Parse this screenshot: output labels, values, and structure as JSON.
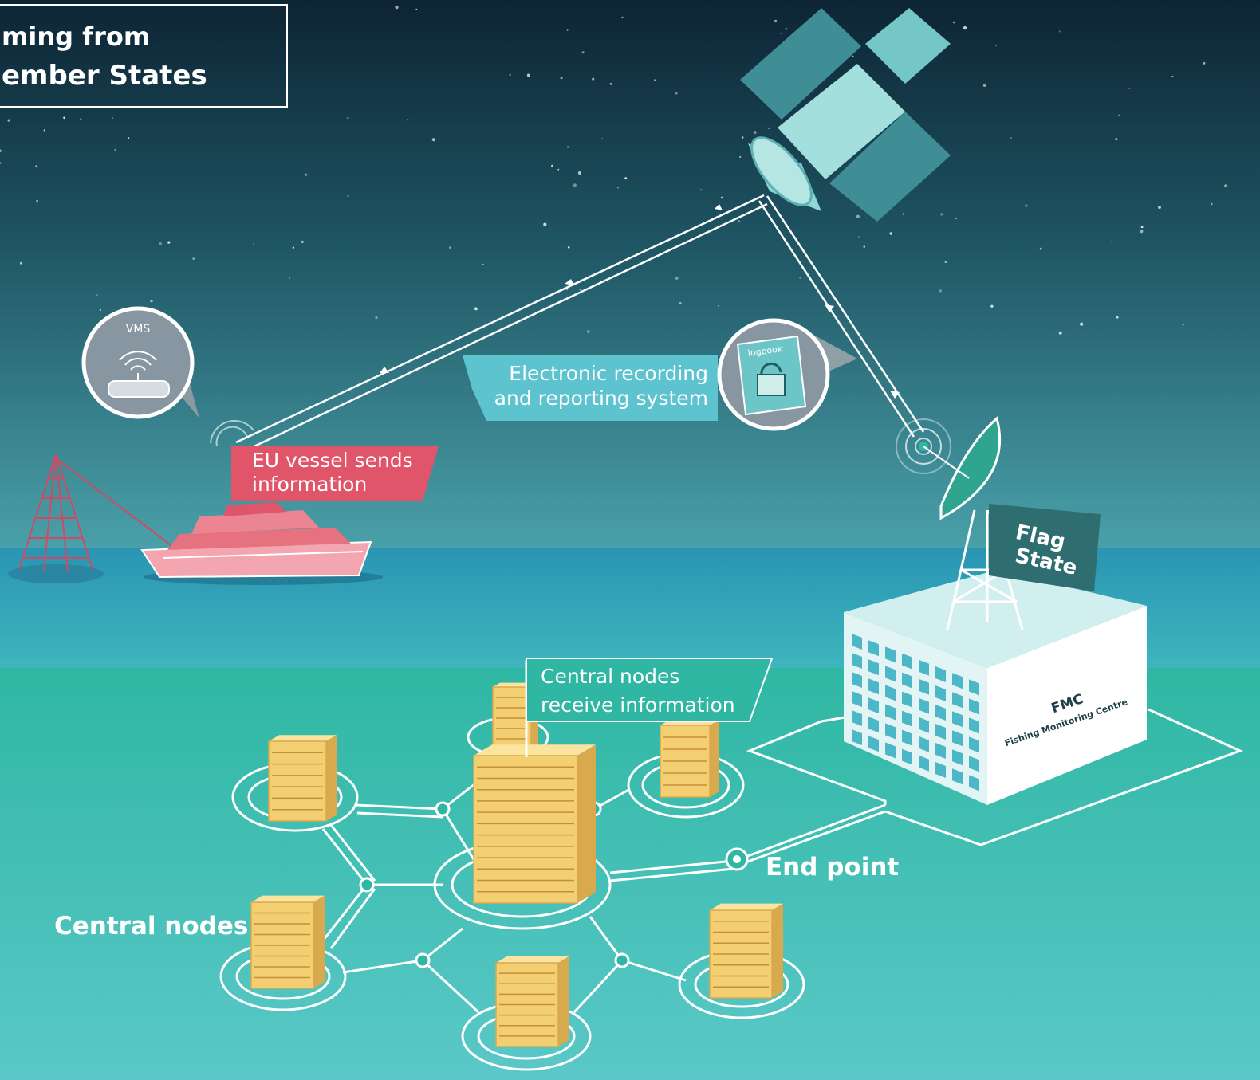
{
  "title": {
    "line1": "ming from",
    "line2": "ember States"
  },
  "labels": {
    "vms": "VMS",
    "logbook": "logbook",
    "ers_line1": "Electronic recording",
    "ers_line2": "and reporting system",
    "vessel_line1": "EU vessel sends",
    "vessel_line2": "information",
    "flag_line1": "Flag",
    "flag_line2": "State",
    "fmc_abbr": "FMC",
    "fmc_full": "Fishing Monitoring Centre",
    "central_callout_line1": "Central nodes",
    "central_callout_line2": "receive information",
    "central_nodes": "Central nodes",
    "end_point": "End point"
  },
  "colors": {
    "sky_top": "#0e2a3a",
    "sky_bottom": "#3f8f9c",
    "sea": "#2e9fb8",
    "seabed": "#35b8a6",
    "vessel": "#e0556a",
    "ers_callout": "#5cc3cf",
    "server": "#f3cf72",
    "satellite": "#6fc3c4",
    "flag": "#2f6e70"
  }
}
